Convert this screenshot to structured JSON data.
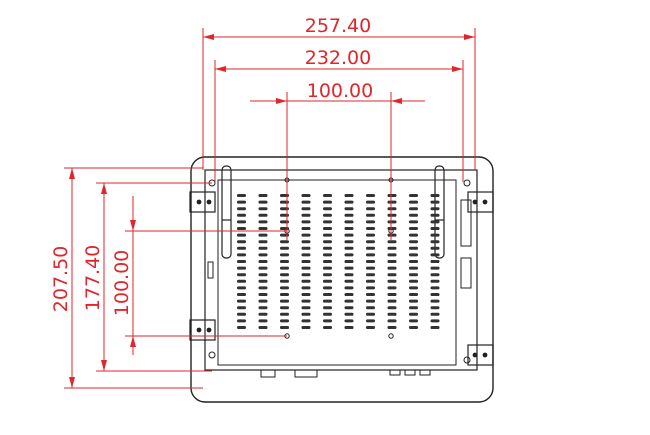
{
  "colors": {
    "dimension": "#e0262b",
    "outline": "#222222",
    "background": "#ffffff"
  },
  "dimensions": {
    "overall_width": "257.40",
    "mount_width": "232.00",
    "vesa_width": "100.00",
    "overall_height": "207.50",
    "mount_height": "177.40",
    "vesa_height": "100.00"
  }
}
